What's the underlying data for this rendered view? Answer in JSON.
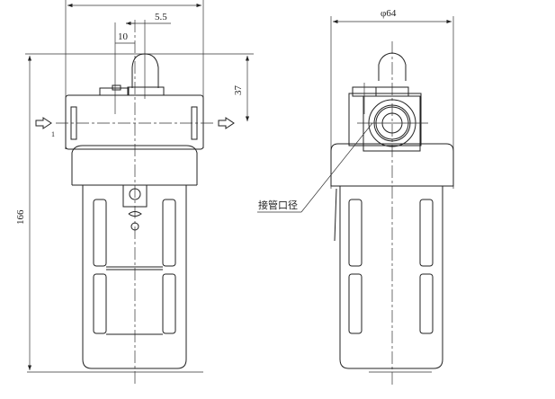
{
  "drawing": {
    "front_view": {
      "dimensions": {
        "port_offset": "5.5",
        "knob_offset": "10",
        "port_height": "37",
        "overall_height": "166"
      },
      "inlet_mark": "1"
    },
    "side_view": {
      "dimensions": {
        "diameter": "φ64"
      },
      "callout": "接管口径"
    }
  }
}
